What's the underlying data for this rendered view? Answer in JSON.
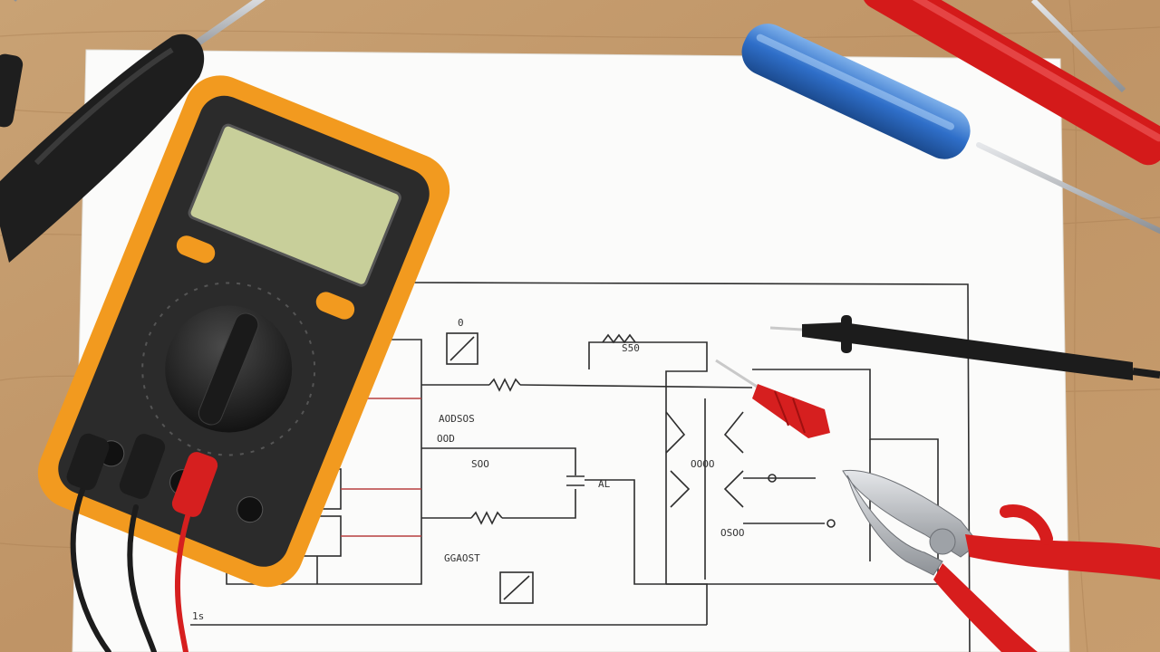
{
  "colors": {
    "wood": "#c49a6c",
    "wood_dark": "#a97e52",
    "paper": "#fbfbfa",
    "multimeter_body": "#f29a1f",
    "multimeter_face": "#2b2b2b",
    "lcd": "#c8cf9a",
    "probe_red": "#d61f1f",
    "probe_black": "#1c1c1c",
    "screwdriver_blue": "#2f6fc9",
    "screwdriver_black": "#1e1e1e",
    "handle_red": "#d41a1a",
    "pliers_red": "#d71d1d",
    "steel": "#b9bcc0",
    "ink": "#2e2e2e",
    "ink_red": "#b84040"
  },
  "schematic": {
    "labels": {
      "corner": "1s",
      "top": "0",
      "block_a": "AODSOS",
      "block_b": "OOD",
      "block_c": "SOO",
      "block_d": "GGAOST",
      "block_e": "OOOO",
      "block_f": "OSOO",
      "value_a": "S50",
      "value_b": "AL"
    }
  }
}
